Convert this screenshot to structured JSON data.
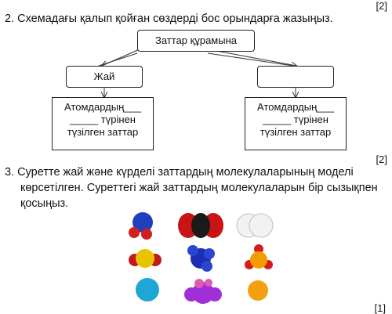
{
  "q2": {
    "points": "[2]",
    "text": "2. Схемадағы қалып қойған сөздерді бос орындарға жазыңыз.",
    "top_box": "Заттар құрамына",
    "left_box": "Жай",
    "right_box": "",
    "left_desc": [
      "Атомдардың___",
      "_____ түрінен",
      "түзілген заттар"
    ],
    "right_desc": [
      "Атомдардың___",
      "_____ түрінен",
      "түзілген заттар"
    ]
  },
  "q3": {
    "points": "[2]",
    "line1": "3. Суретте жай және күрделі заттардың молекулаларының моделі",
    "line2": "көрсетілген. Суреттегі жай заттардың молекулаларын бір сызықпен",
    "line3": "қосыңыз.",
    "bottom_points": "[1]"
  },
  "molecules": [
    {
      "name": "blue-red-molecule",
      "colors": [
        "#1f3fbf",
        "#d21f1f"
      ]
    },
    {
      "name": "red-black-red-molecule",
      "colors": [
        "#c81414",
        "#1a1a1a"
      ]
    },
    {
      "name": "white-pair-molecule",
      "colors": [
        "#f2f2f2"
      ]
    },
    {
      "name": "yellow-red-molecule",
      "colors": [
        "#e7c400",
        "#c01a1a"
      ]
    },
    {
      "name": "blue-cluster-molecule",
      "colors": [
        "#1a2fb5"
      ]
    },
    {
      "name": "orange-red-molecule",
      "colors": [
        "#f29c00",
        "#d51c1c"
      ]
    },
    {
      "name": "cyan-sphere-molecule",
      "colors": [
        "#1fa6d6"
      ]
    },
    {
      "name": "purple-molecule",
      "colors": [
        "#a12fd8",
        "#e05ab0"
      ]
    },
    {
      "name": "orange-sphere-molecule",
      "colors": [
        "#f3a010"
      ]
    }
  ]
}
